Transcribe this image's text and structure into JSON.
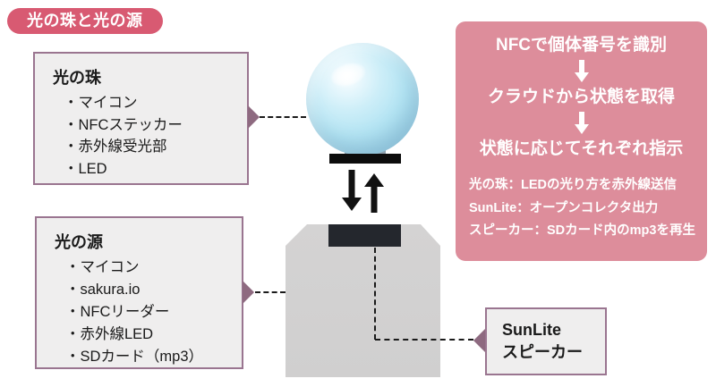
{
  "title_badge": {
    "label": "光の珠と光の源"
  },
  "orb_box": {
    "title": "光の珠",
    "items": [
      "・マイコン",
      "・NFCステッカー",
      "・赤外線受光部",
      "・LED"
    ]
  },
  "source_box": {
    "title": "光の源",
    "items": [
      "・マイコン",
      "・sakura.io",
      "・NFCリーダー",
      "・赤外線LED",
      "・SDカード（mp3）"
    ]
  },
  "sunlite_box": {
    "line1": "SunLite",
    "line2": "スピーカー"
  },
  "flow_box": {
    "steps": [
      "NFCで個体番号を識別",
      "クラウドから状態を取得",
      "状態に応じてそれぞれ指示"
    ],
    "details": [
      "光の珠：LEDの光り方を赤外線送信",
      "SunLite：オープンコレクタ出力",
      "スピーカー：SDカード内のmp3を再生"
    ]
  },
  "icons": {
    "flow_arrows": "down-arrow-icon",
    "exchange_arrows": [
      "down-arrow-icon",
      "up-arrow-icon"
    ]
  },
  "colors": {
    "badge_pink": "#d85a72",
    "panel_pink": "#dd8d9b",
    "box_background": "#efeeee",
    "box_border": "#9a7590",
    "connector_mauve": "#8e6a80",
    "pedestal_gray": "#d2d1d1",
    "orb_blue": "#b3e4f3",
    "ink_black": "#1a1a1a",
    "text_white": "#ffffff"
  }
}
